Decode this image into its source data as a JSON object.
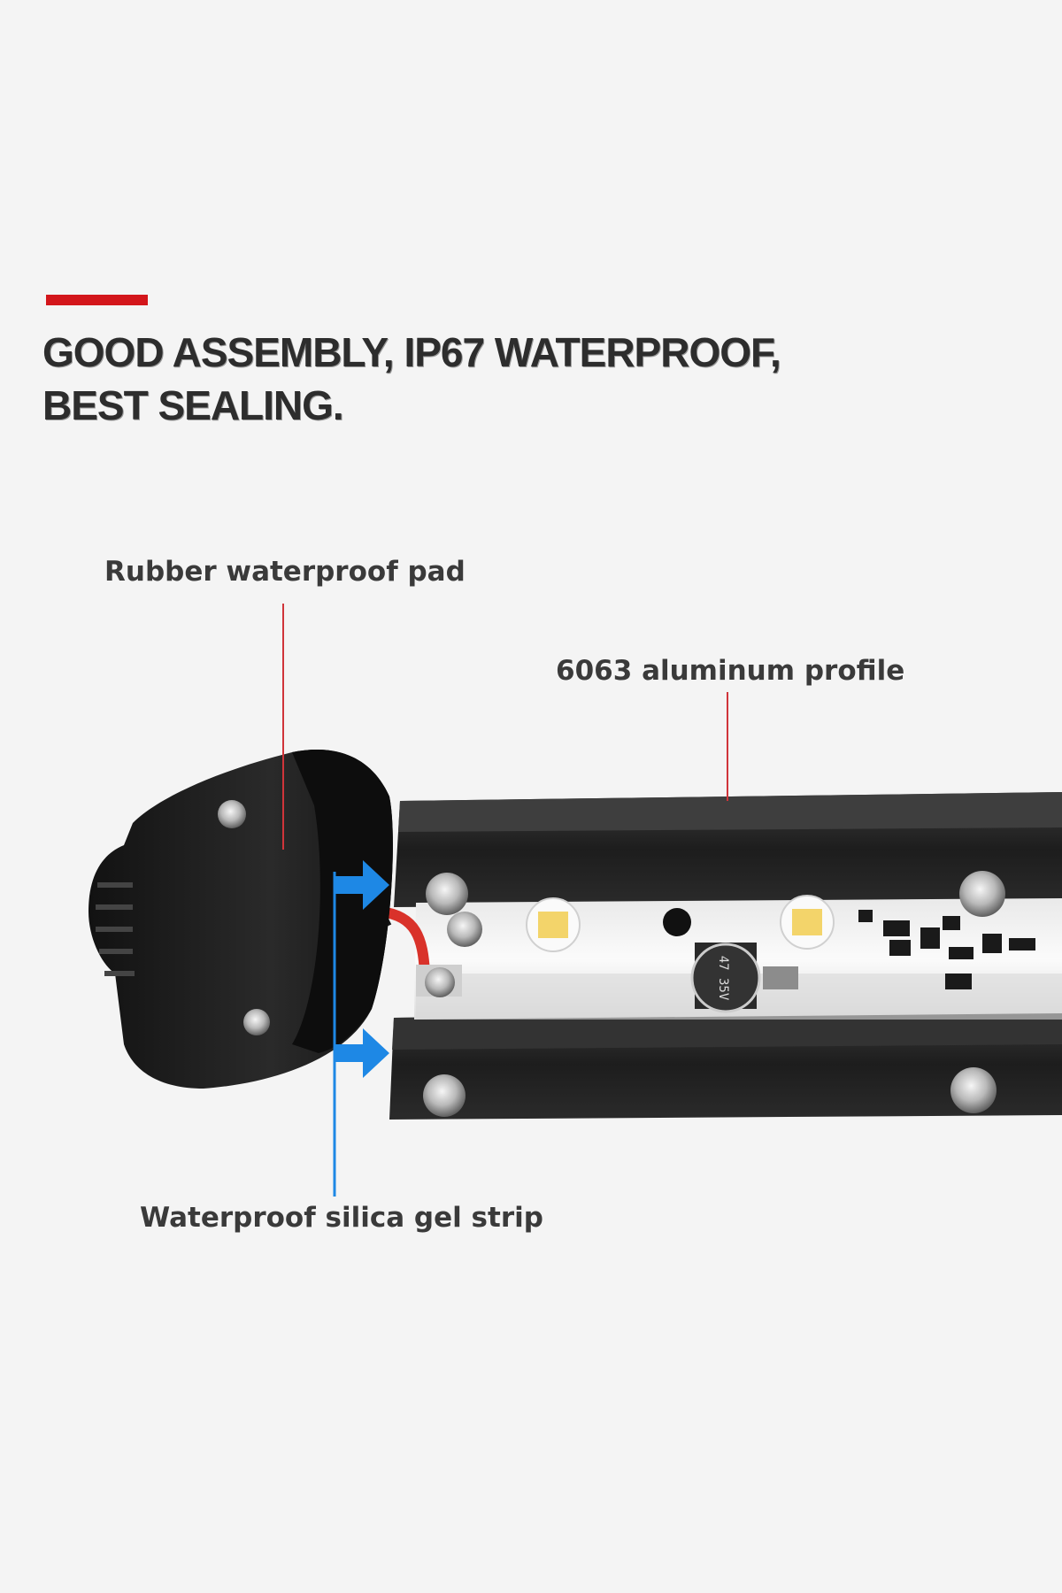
{
  "headline": {
    "line1": "GOOD ASSEMBLY, IP67 WATERPROOF,",
    "line2": "BEST SEALING."
  },
  "callouts": {
    "rubber_pad": "Rubber waterproof pad",
    "aluminum_profile": "6063 aluminum profile",
    "silica_strip": "Waterproof silica gel strip"
  },
  "capacitor_marking": "47\n35V",
  "colors": {
    "accent_red": "#d3161b",
    "callout_red": "#d0343a",
    "arrow_blue": "#1e88e5",
    "housing_black": "#1e1e1e",
    "pcb_white": "#f2f2f2"
  },
  "icons": [
    "blue-arrow-icon",
    "blue-arrow-icon"
  ]
}
